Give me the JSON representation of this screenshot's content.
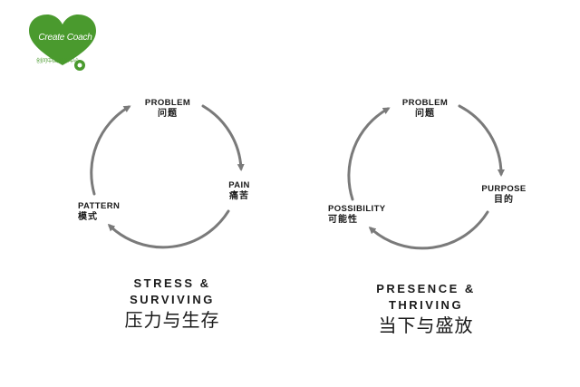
{
  "logo": {
    "brand": "Create Coach",
    "subtitle": "创问中国教练中心",
    "color": "#4a9a2e"
  },
  "diagrams": {
    "left": {
      "nodes": {
        "top": {
          "en": "PROBLEM",
          "zh": "问题"
        },
        "right": {
          "en": "PAIN",
          "zh": "痛苦"
        },
        "left": {
          "en": "PATTERN",
          "zh": "模式"
        }
      },
      "title": {
        "line1": "STRESS &",
        "line2": "SURVIVING",
        "zh": "压力与生存"
      }
    },
    "right": {
      "nodes": {
        "top": {
          "en": "PROBLEM",
          "zh": "问题"
        },
        "right": {
          "en": "PURPOSE",
          "zh": "目的"
        },
        "left": {
          "en": "POSSIBILITY",
          "zh": "可能性"
        }
      },
      "title": {
        "line1": "PRESENCE &",
        "line2": "THRIVING",
        "zh": "当下与盛放"
      }
    }
  },
  "arrow_color": "#7a7a7a"
}
